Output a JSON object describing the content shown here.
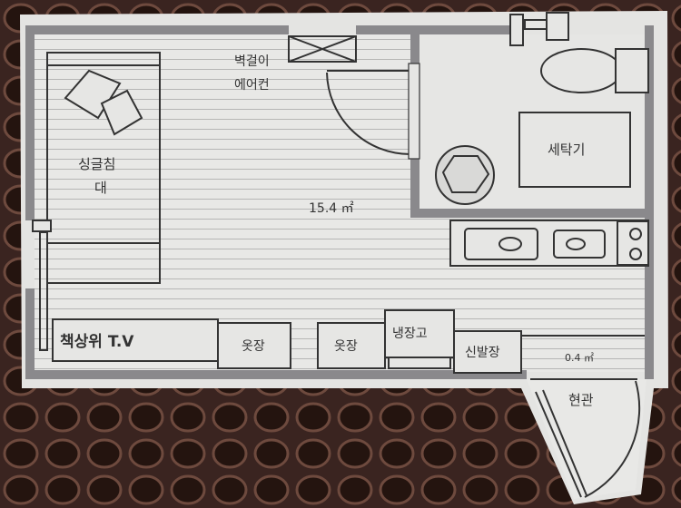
{
  "floorplan": {
    "aircon_line1": "벽걸이",
    "aircon_line2": "에어컨",
    "bed_line1": "싱글침",
    "bed_line2": "대",
    "main_area": "15.4 ㎡",
    "washer": "세탁기",
    "desk_tv": "책상위 T.V",
    "wardrobe_1": "옷장",
    "wardrobe_2": "옷장",
    "fridge": "냉장고",
    "shoe_cabinet": "신발장",
    "entry_area": "0.4 ㎡",
    "entrance": "현관"
  },
  "colors": {
    "background": "#2a1a18",
    "card": "#e6e6e4",
    "wall": "#8a898c",
    "line": "#333333"
  }
}
